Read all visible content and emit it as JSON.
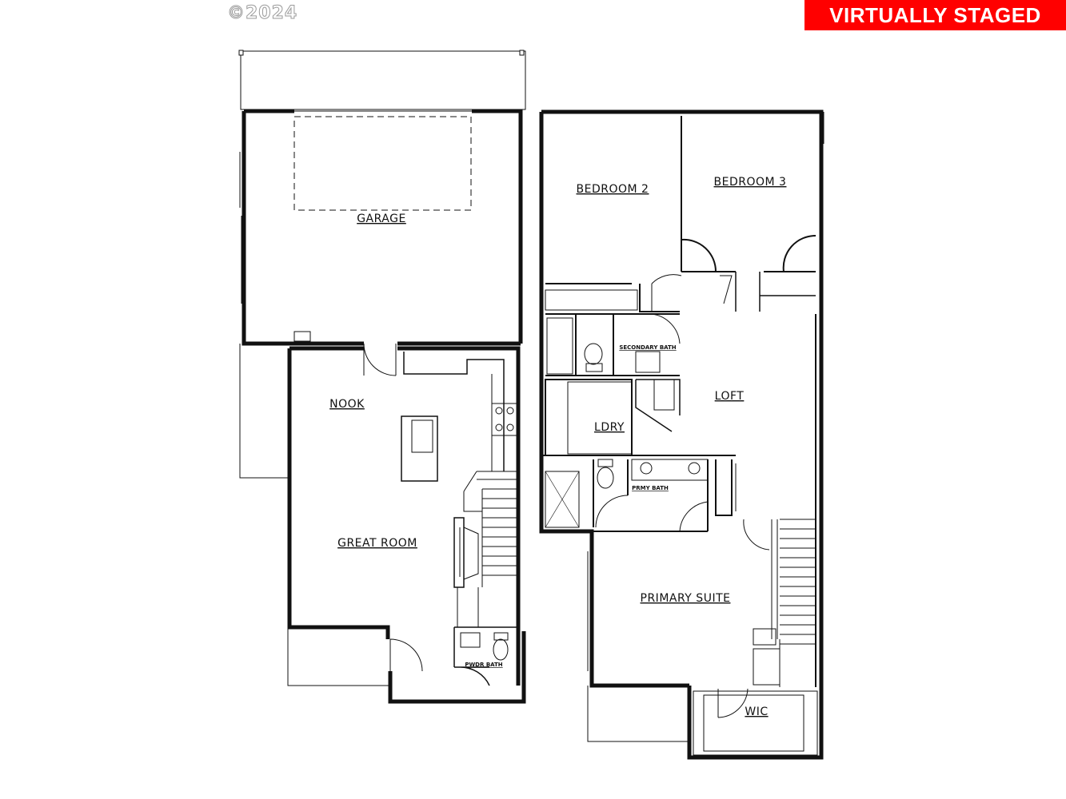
{
  "copyright": "©2024",
  "badge": "VIRTUALLY STAGED",
  "rooms": {
    "garage": "GARAGE",
    "nook": "NOOK",
    "great_room": "GREAT ROOM",
    "pwdr_bath": "PWDR BATH",
    "bedroom2": "BEDROOM 2",
    "bedroom3": "BEDROOM 3",
    "secondary_bath": "SECONDARY BATH",
    "loft": "LOFT",
    "ldry": "LDRY",
    "prmy_bath": "PRMY BATH",
    "primary_suite": "PRIMARY SUITE",
    "wic": "WIC"
  }
}
